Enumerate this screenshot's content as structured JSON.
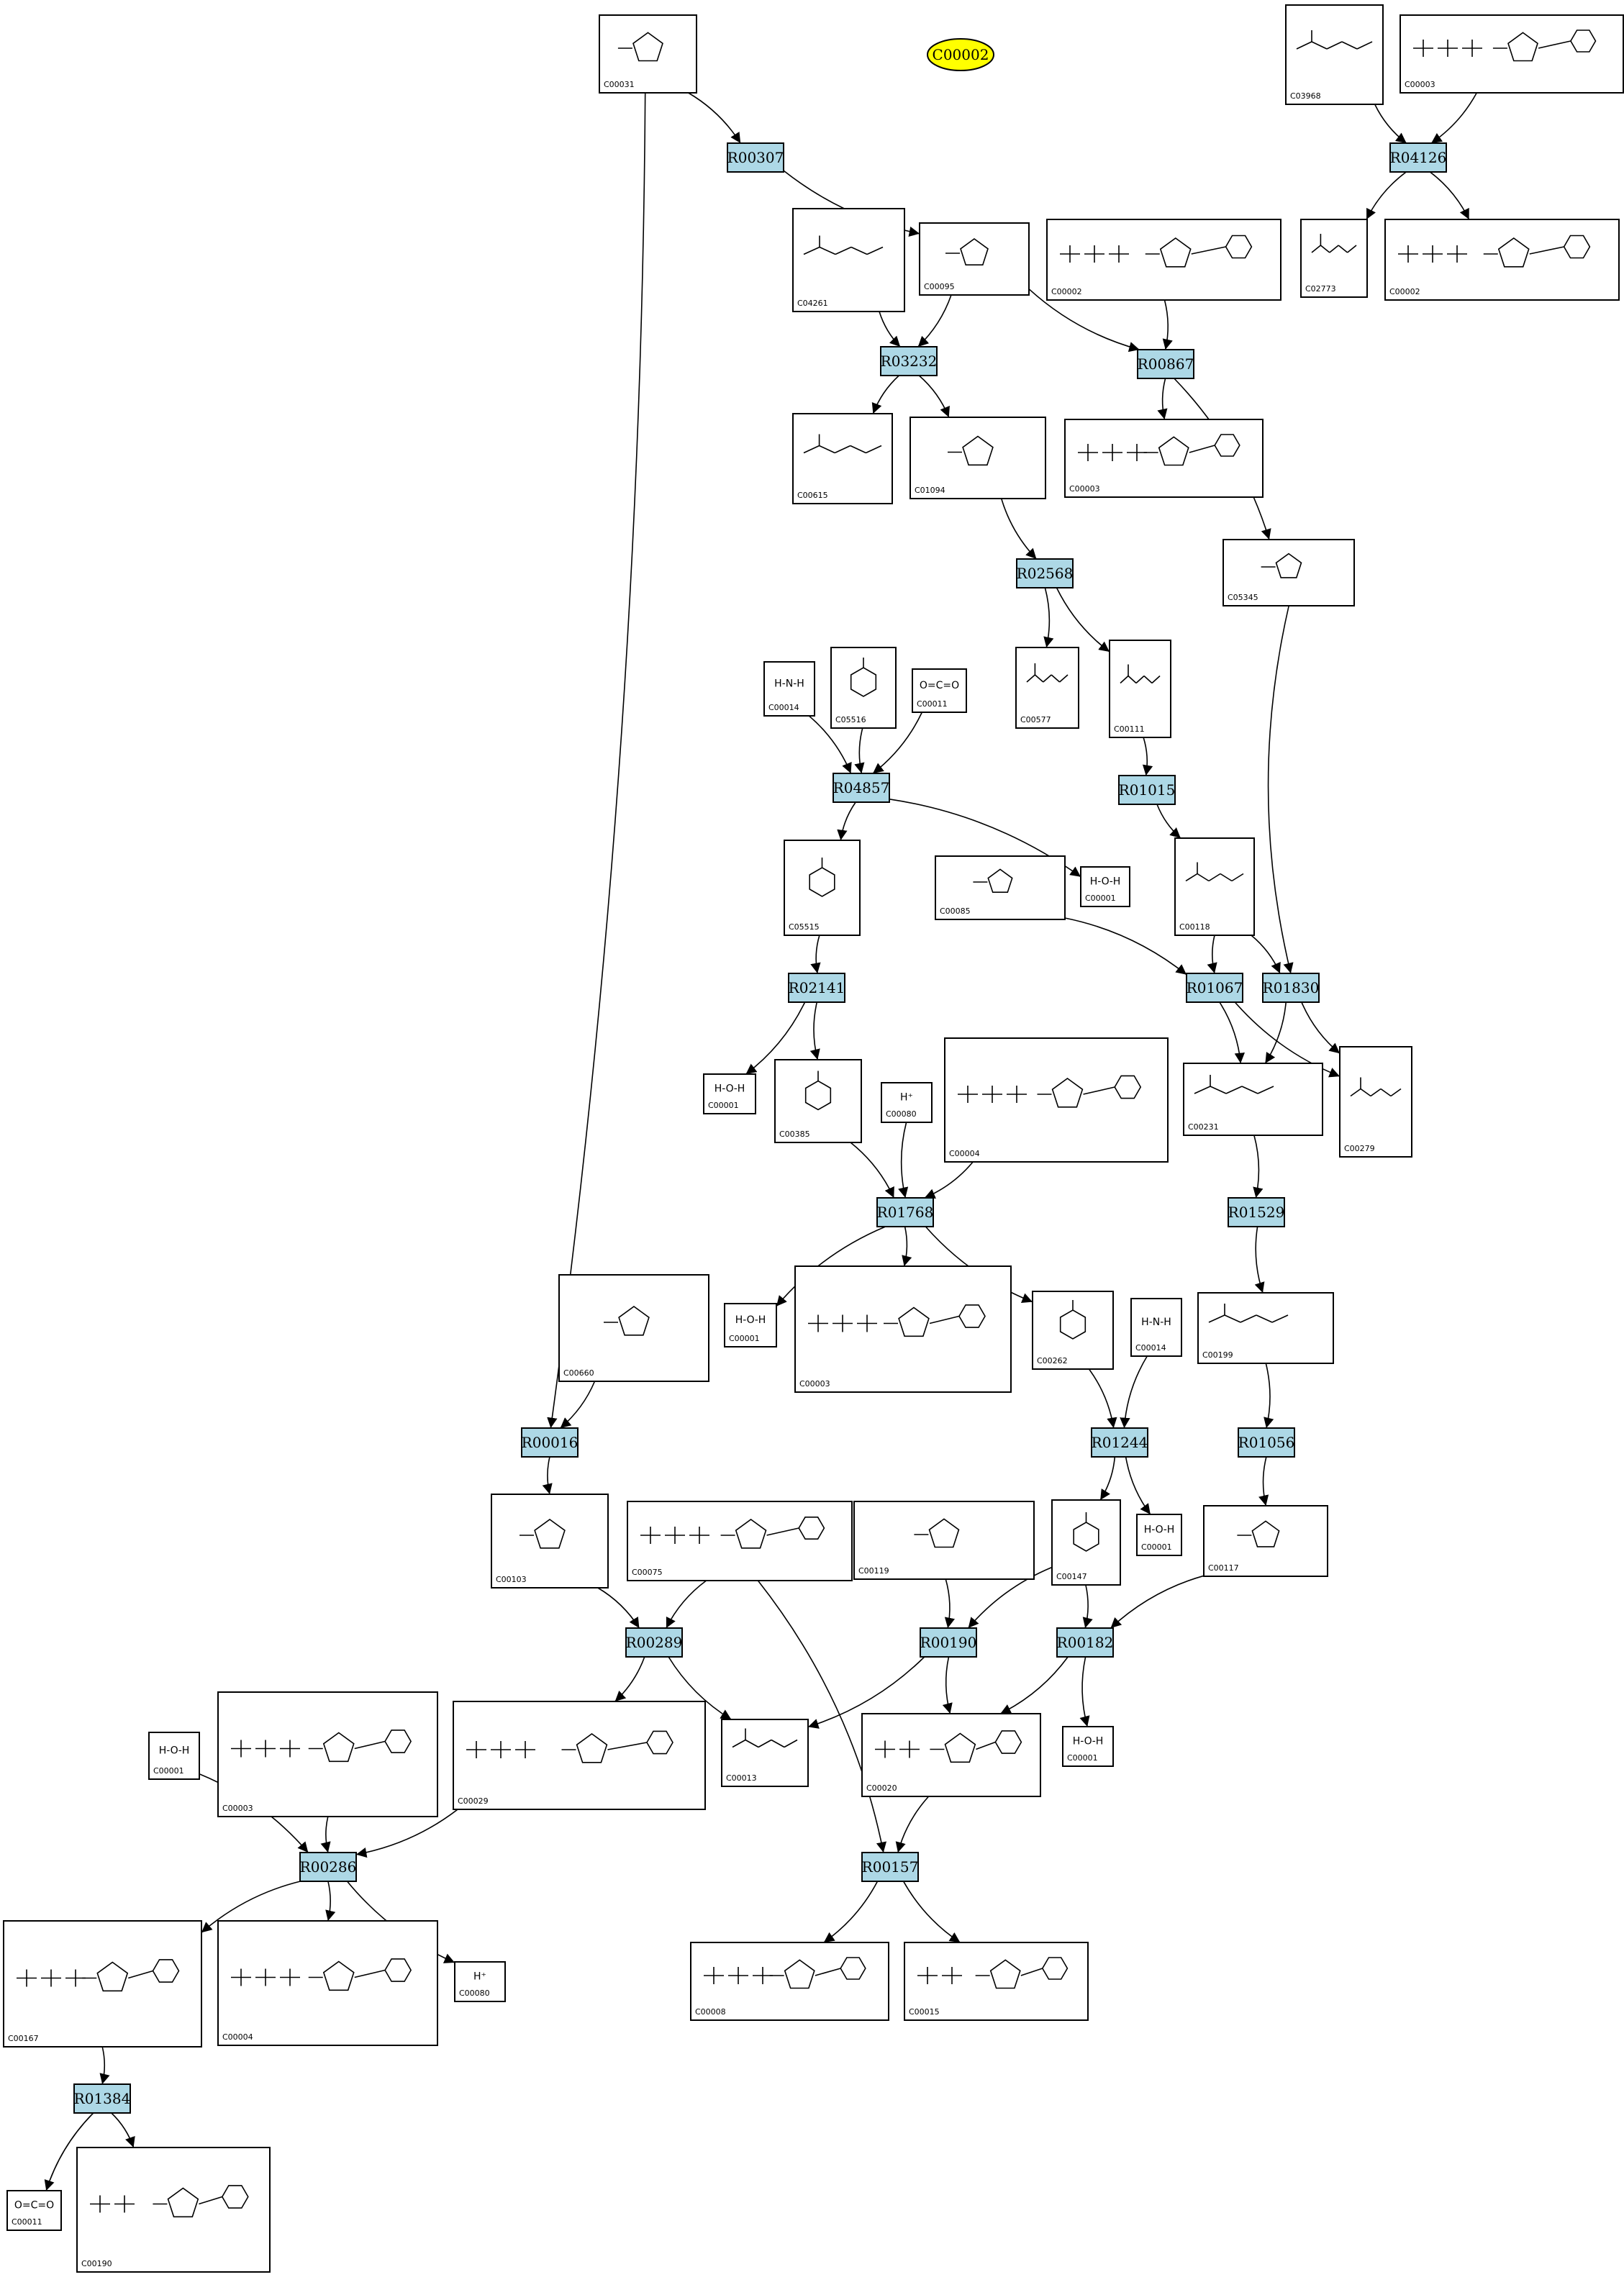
{
  "diagram": {
    "highlight": {
      "label": "C00002",
      "color": "#ffff00"
    },
    "reaction_color": "#add8e6",
    "reactions": [
      {
        "id": "R00307"
      },
      {
        "id": "R04126"
      },
      {
        "id": "R03232"
      },
      {
        "id": "R00867"
      },
      {
        "id": "R02568"
      },
      {
        "id": "R01015"
      },
      {
        "id": "R04857"
      },
      {
        "id": "R02141"
      },
      {
        "id": "R01067"
      },
      {
        "id": "R01830"
      },
      {
        "id": "R01768"
      },
      {
        "id": "R01529"
      },
      {
        "id": "R00016"
      },
      {
        "id": "R01244"
      },
      {
        "id": "R01056"
      },
      {
        "id": "R00289"
      },
      {
        "id": "R00190"
      },
      {
        "id": "R00182"
      },
      {
        "id": "R00286"
      },
      {
        "id": "R00157"
      },
      {
        "id": "R01384"
      }
    ],
    "compounds": [
      {
        "key": "c00031_top",
        "label": "C00031",
        "kind": "sugar"
      },
      {
        "key": "c03968",
        "label": "C03968",
        "kind": "lipid"
      },
      {
        "key": "c00003_top",
        "label": "C00003",
        "kind": "nucleotide"
      },
      {
        "key": "c04261",
        "label": "C04261",
        "kind": "peptide"
      },
      {
        "key": "c00095",
        "label": "C00095",
        "kind": "sugar"
      },
      {
        "key": "c00002_mid",
        "label": "C00002",
        "kind": "nucleotide"
      },
      {
        "key": "c02773",
        "label": "C02773",
        "kind": "lipid"
      },
      {
        "key": "c00002_right",
        "label": "C00002",
        "kind": "nucleotide"
      },
      {
        "key": "c00615",
        "label": "C00615",
        "kind": "peptide"
      },
      {
        "key": "c01094",
        "label": "C01094",
        "kind": "sugar"
      },
      {
        "key": "c00003_mid",
        "label": "C00003",
        "kind": "nucleotide"
      },
      {
        "key": "c05345",
        "label": "C05345",
        "kind": "sugar"
      },
      {
        "key": "c00014_a",
        "label": "C00014",
        "kind": "small",
        "formula": "NH3"
      },
      {
        "key": "c05516",
        "label": "C05516",
        "kind": "ring"
      },
      {
        "key": "c00011_a",
        "label": "C00011",
        "kind": "small",
        "formula": "CO2"
      },
      {
        "key": "c00577",
        "label": "C00577",
        "kind": "chain"
      },
      {
        "key": "c00111",
        "label": "C00111",
        "kind": "chain"
      },
      {
        "key": "c05515",
        "label": "C05515",
        "kind": "ring"
      },
      {
        "key": "c00085",
        "label": "C00085",
        "kind": "sugar"
      },
      {
        "key": "c00001_a",
        "label": "C00001",
        "kind": "small",
        "formula": "H2O"
      },
      {
        "key": "c00118",
        "label": "C00118",
        "kind": "chain"
      },
      {
        "key": "c00001_b",
        "label": "C00001",
        "kind": "small",
        "formula": "H2O"
      },
      {
        "key": "c00385",
        "label": "C00385",
        "kind": "ring"
      },
      {
        "key": "c00080_a",
        "label": "C00080",
        "kind": "small",
        "formula": "H+"
      },
      {
        "key": "c00004_mid",
        "label": "C00004",
        "kind": "nucleotide"
      },
      {
        "key": "c00231",
        "label": "C00231",
        "kind": "chain"
      },
      {
        "key": "c00279",
        "label": "C00279",
        "kind": "chain"
      },
      {
        "key": "c00660",
        "label": "C00660",
        "kind": "sugar"
      },
      {
        "key": "c00001_c",
        "label": "C00001",
        "kind": "small",
        "formula": "H2O"
      },
      {
        "key": "c00003_low",
        "label": "C00003",
        "kind": "nucleotide"
      },
      {
        "key": "c00262",
        "label": "C00262",
        "kind": "ring"
      },
      {
        "key": "c00014_b",
        "label": "C00014",
        "kind": "small",
        "formula": "NH3"
      },
      {
        "key": "c00199",
        "label": "C00199",
        "kind": "chain"
      },
      {
        "key": "c00103",
        "label": "C00103",
        "kind": "sugar"
      },
      {
        "key": "c00075",
        "label": "C00075",
        "kind": "nucleotide"
      },
      {
        "key": "c00119",
        "label": "C00119",
        "kind": "sugar"
      },
      {
        "key": "c00147",
        "label": "C00147",
        "kind": "ring"
      },
      {
        "key": "c00001_d",
        "label": "C00001",
        "kind": "small",
        "formula": "H2O"
      },
      {
        "key": "c00117",
        "label": "C00117",
        "kind": "sugar"
      },
      {
        "key": "c00001_e",
        "label": "C00001",
        "kind": "small",
        "formula": "H2O"
      },
      {
        "key": "c00003_bot",
        "label": "C00003",
        "kind": "nucleotide"
      },
      {
        "key": "c00029",
        "label": "C00029",
        "kind": "nucleotide"
      },
      {
        "key": "c00013",
        "label": "C00013",
        "kind": "chain"
      },
      {
        "key": "c00020",
        "label": "C00020",
        "kind": "nucleotide"
      },
      {
        "key": "c00001_f",
        "label": "C00001",
        "kind": "small",
        "formula": "H2O"
      },
      {
        "key": "c00167",
        "label": "C00167",
        "kind": "nucleotide"
      },
      {
        "key": "c00004_bot",
        "label": "C00004",
        "kind": "nucleotide"
      },
      {
        "key": "c00080_b",
        "label": "C00080",
        "kind": "small",
        "formula": "H+"
      },
      {
        "key": "c00008",
        "label": "C00008",
        "kind": "nucleotide"
      },
      {
        "key": "c00015",
        "label": "C00015",
        "kind": "nucleotide"
      },
      {
        "key": "c00011_b",
        "label": "C00011",
        "kind": "small",
        "formula": "CO2"
      },
      {
        "key": "c00190",
        "label": "C00190",
        "kind": "nucleotide"
      }
    ],
    "edges": [
      [
        "c00031_top",
        "R00307"
      ],
      [
        "R00307",
        "c00095"
      ],
      [
        "c00031_top",
        "R00016"
      ],
      [
        "c03968",
        "R04126"
      ],
      [
        "c00003_top",
        "R04126"
      ],
      [
        "R04126",
        "c02773"
      ],
      [
        "R04126",
        "c00002_right"
      ],
      [
        "c04261",
        "R03232"
      ],
      [
        "c00095",
        "R03232"
      ],
      [
        "R03232",
        "c00615"
      ],
      [
        "R03232",
        "c01094"
      ],
      [
        "c00095",
        "R00867"
      ],
      [
        "c00002_mid",
        "R00867"
      ],
      [
        "R00867",
        "c00003_mid"
      ],
      [
        "R00867",
        "c05345"
      ],
      [
        "c01094",
        "R02568"
      ],
      [
        "R02568",
        "c00577"
      ],
      [
        "R02568",
        "c00111"
      ],
      [
        "c00111",
        "R01015"
      ],
      [
        "R01015",
        "c00118"
      ],
      [
        "c00014_a",
        "R04857"
      ],
      [
        "c05516",
        "R04857"
      ],
      [
        "c00011_a",
        "R04857"
      ],
      [
        "R04857",
        "c05515"
      ],
      [
        "R04857",
        "c00001_a"
      ],
      [
        "c05515",
        "R02141"
      ],
      [
        "R02141",
        "c00001_b"
      ],
      [
        "R02141",
        "c00385"
      ],
      [
        "c00085",
        "R01067"
      ],
      [
        "c00118",
        "R01067"
      ],
      [
        "R01067",
        "c00231"
      ],
      [
        "R01067",
        "c00279"
      ],
      [
        "c00118",
        "R01830"
      ],
      [
        "c05345",
        "R01830"
      ],
      [
        "R01830",
        "c00231"
      ],
      [
        "R01830",
        "c00279"
      ],
      [
        "c00385",
        "R01768"
      ],
      [
        "c00080_a",
        "R01768"
      ],
      [
        "c00004_mid",
        "R01768"
      ],
      [
        "R01768",
        "c00001_c"
      ],
      [
        "R01768",
        "c00003_low"
      ],
      [
        "R01768",
        "c00262"
      ],
      [
        "c00231",
        "R01529"
      ],
      [
        "R01529",
        "c00199"
      ],
      [
        "c00660",
        "R00016"
      ],
      [
        "R00016",
        "c00103"
      ],
      [
        "c00262",
        "R01244"
      ],
      [
        "c00014_b",
        "R01244"
      ],
      [
        "R01244",
        "c00147"
      ],
      [
        "R01244",
        "c00001_d"
      ],
      [
        "c00199",
        "R01056"
      ],
      [
        "R01056",
        "c00117"
      ],
      [
        "c00103",
        "R00289"
      ],
      [
        "c00075",
        "R00289"
      ],
      [
        "R00289",
        "c00029"
      ],
      [
        "R00289",
        "c00013"
      ],
      [
        "c00119",
        "R00190"
      ],
      [
        "c00147",
        "R00190"
      ],
      [
        "R00190",
        "c00013"
      ],
      [
        "R00190",
        "c00020"
      ],
      [
        "c00147",
        "R00182"
      ],
      [
        "c00117",
        "R00182"
      ],
      [
        "R00182",
        "c00020"
      ],
      [
        "R00182",
        "c00001_e"
      ],
      [
        "c00001_f",
        "R00286"
      ],
      [
        "c00003_bot",
        "R00286"
      ],
      [
        "c00029",
        "R00286"
      ],
      [
        "R00286",
        "c00167"
      ],
      [
        "R00286",
        "c00004_bot"
      ],
      [
        "R00286",
        "c00080_b"
      ],
      [
        "c00075",
        "R00157"
      ],
      [
        "c00020",
        "R00157"
      ],
      [
        "R00157",
        "c00008"
      ],
      [
        "R00157",
        "c00015"
      ],
      [
        "c00167",
        "R01384"
      ],
      [
        "R01384",
        "c00011_b"
      ],
      [
        "R01384",
        "c00190"
      ]
    ]
  }
}
